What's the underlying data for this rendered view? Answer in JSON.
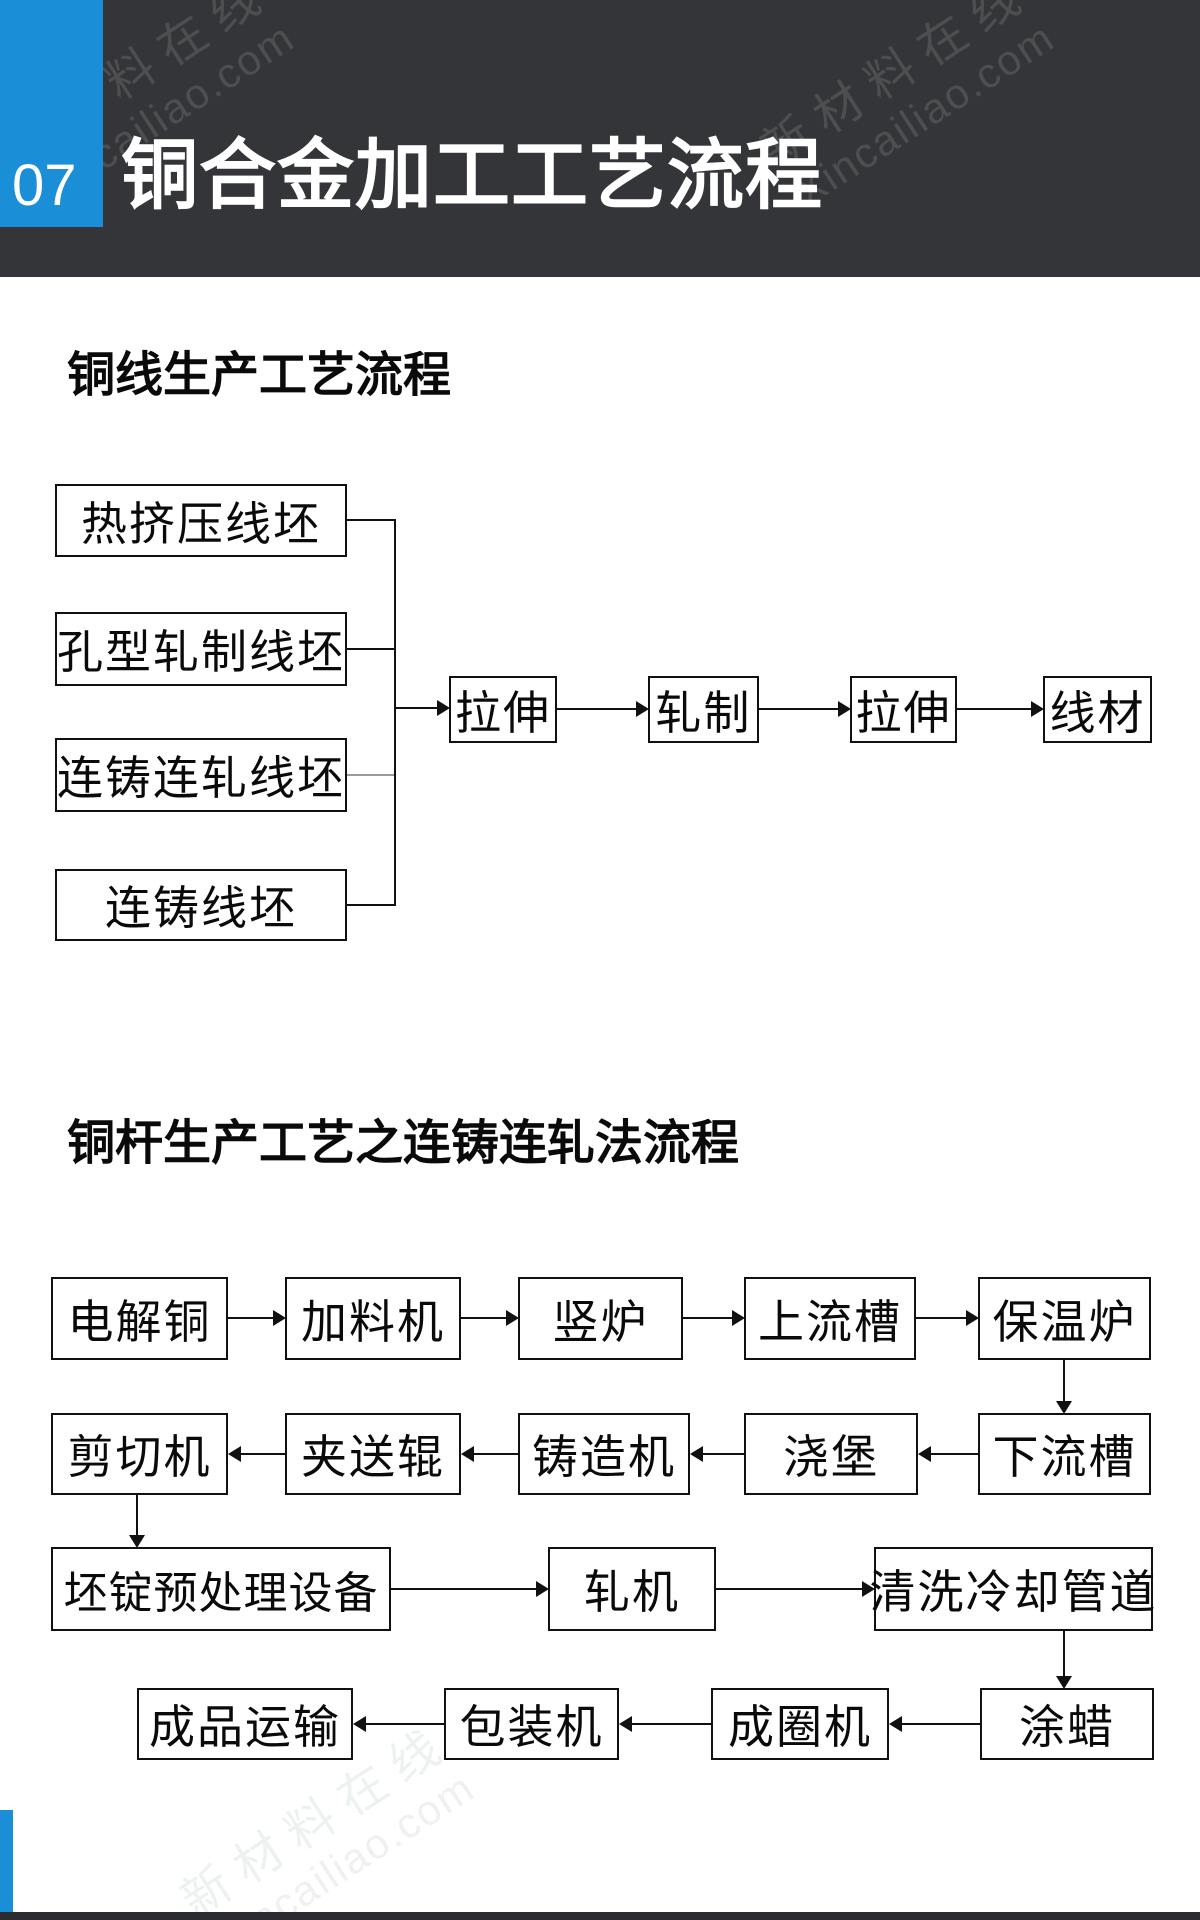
{
  "header": {
    "page_number": "07",
    "title": "铜合金加工工艺流程",
    "bg_color": "#333538",
    "accent_color": "#1b8ed8"
  },
  "watermark": {
    "line1": "新材料在线",
    "line2": "Xincailiao.com"
  },
  "section1": {
    "title": "铜线生产工艺流程",
    "sources": [
      "热挤压线坯",
      "孔型轧制线坯",
      "连铸连轧线坯",
      "连铸线坯"
    ],
    "chain": [
      "拉伸",
      "轧制",
      "拉伸",
      "线材"
    ]
  },
  "section2": {
    "title": "铜杆生产工艺之连铸连轧法流程",
    "row1": [
      "电解铜",
      "加料机",
      "竖炉",
      "上流槽",
      "保温炉"
    ],
    "row2": [
      "剪切机",
      "夹送辊",
      "铸造机",
      "浇堡",
      "下流槽"
    ],
    "row3": [
      "坯锭预处理设备",
      "轧机",
      "清洗冷却管道"
    ],
    "row4": [
      "成品运输",
      "包装机",
      "成圈机",
      "涂蜡"
    ]
  }
}
